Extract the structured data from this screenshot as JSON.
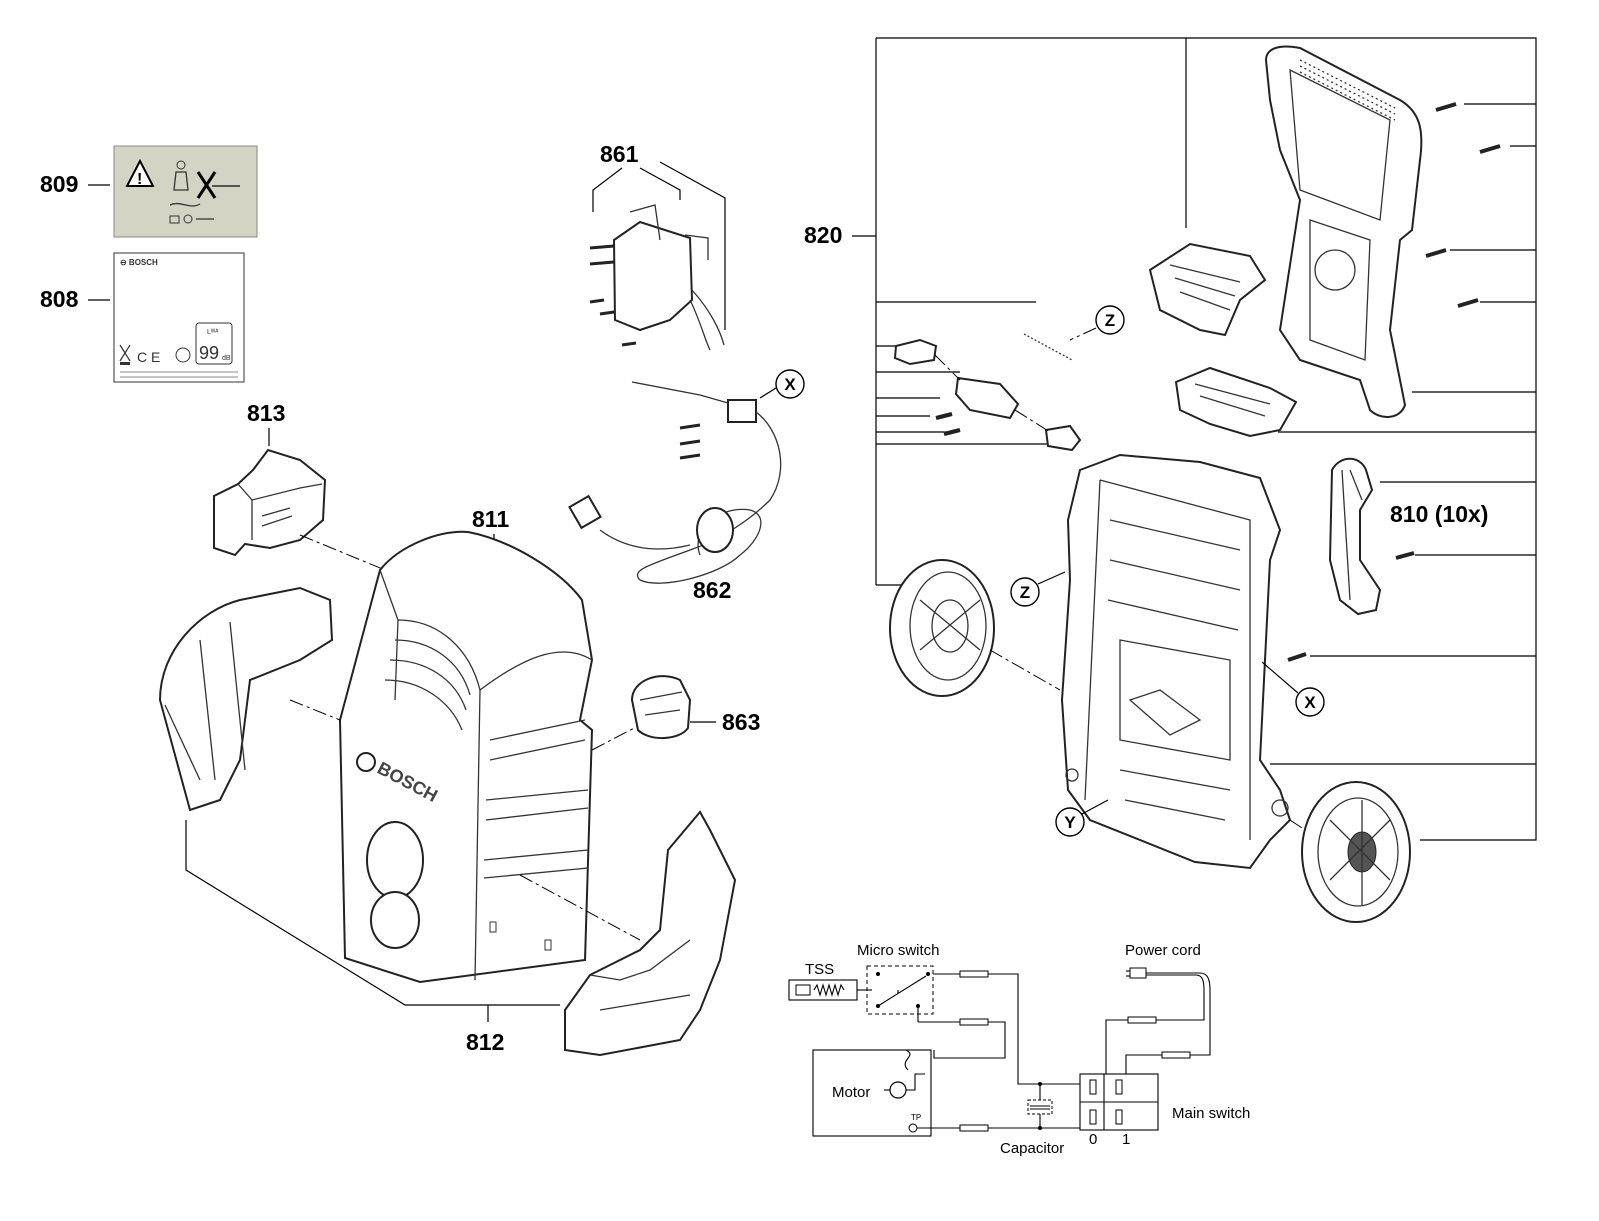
{
  "callouts": {
    "c809": "809",
    "c808": "808",
    "c813": "813",
    "c811": "811",
    "c812": "812",
    "c861": "861",
    "c862": "862",
    "c863": "863",
    "c820": "820",
    "c810": "810 (10x)"
  },
  "markers": {
    "x_top": "X",
    "x_right": "X",
    "z_top": "Z",
    "z_mid": "Z",
    "y": "Y"
  },
  "label808": {
    "brand": "⊖ BOSCH",
    "ce": "C E",
    "db": "99",
    "db_unit": "dB",
    "lwa": "Lᵂᴬ"
  },
  "housing_brand": "BOSCH",
  "wiring": {
    "tss": "TSS",
    "micro_switch": "Micro switch",
    "power_cord": "Power cord",
    "motor": "Motor",
    "tp": "TP",
    "capacitor": "Capacitor",
    "main_switch": "Main switch",
    "pos0": "0",
    "pos1": "1"
  },
  "colors": {
    "label_bg": "#d4d4c4",
    "line": "#000000"
  }
}
